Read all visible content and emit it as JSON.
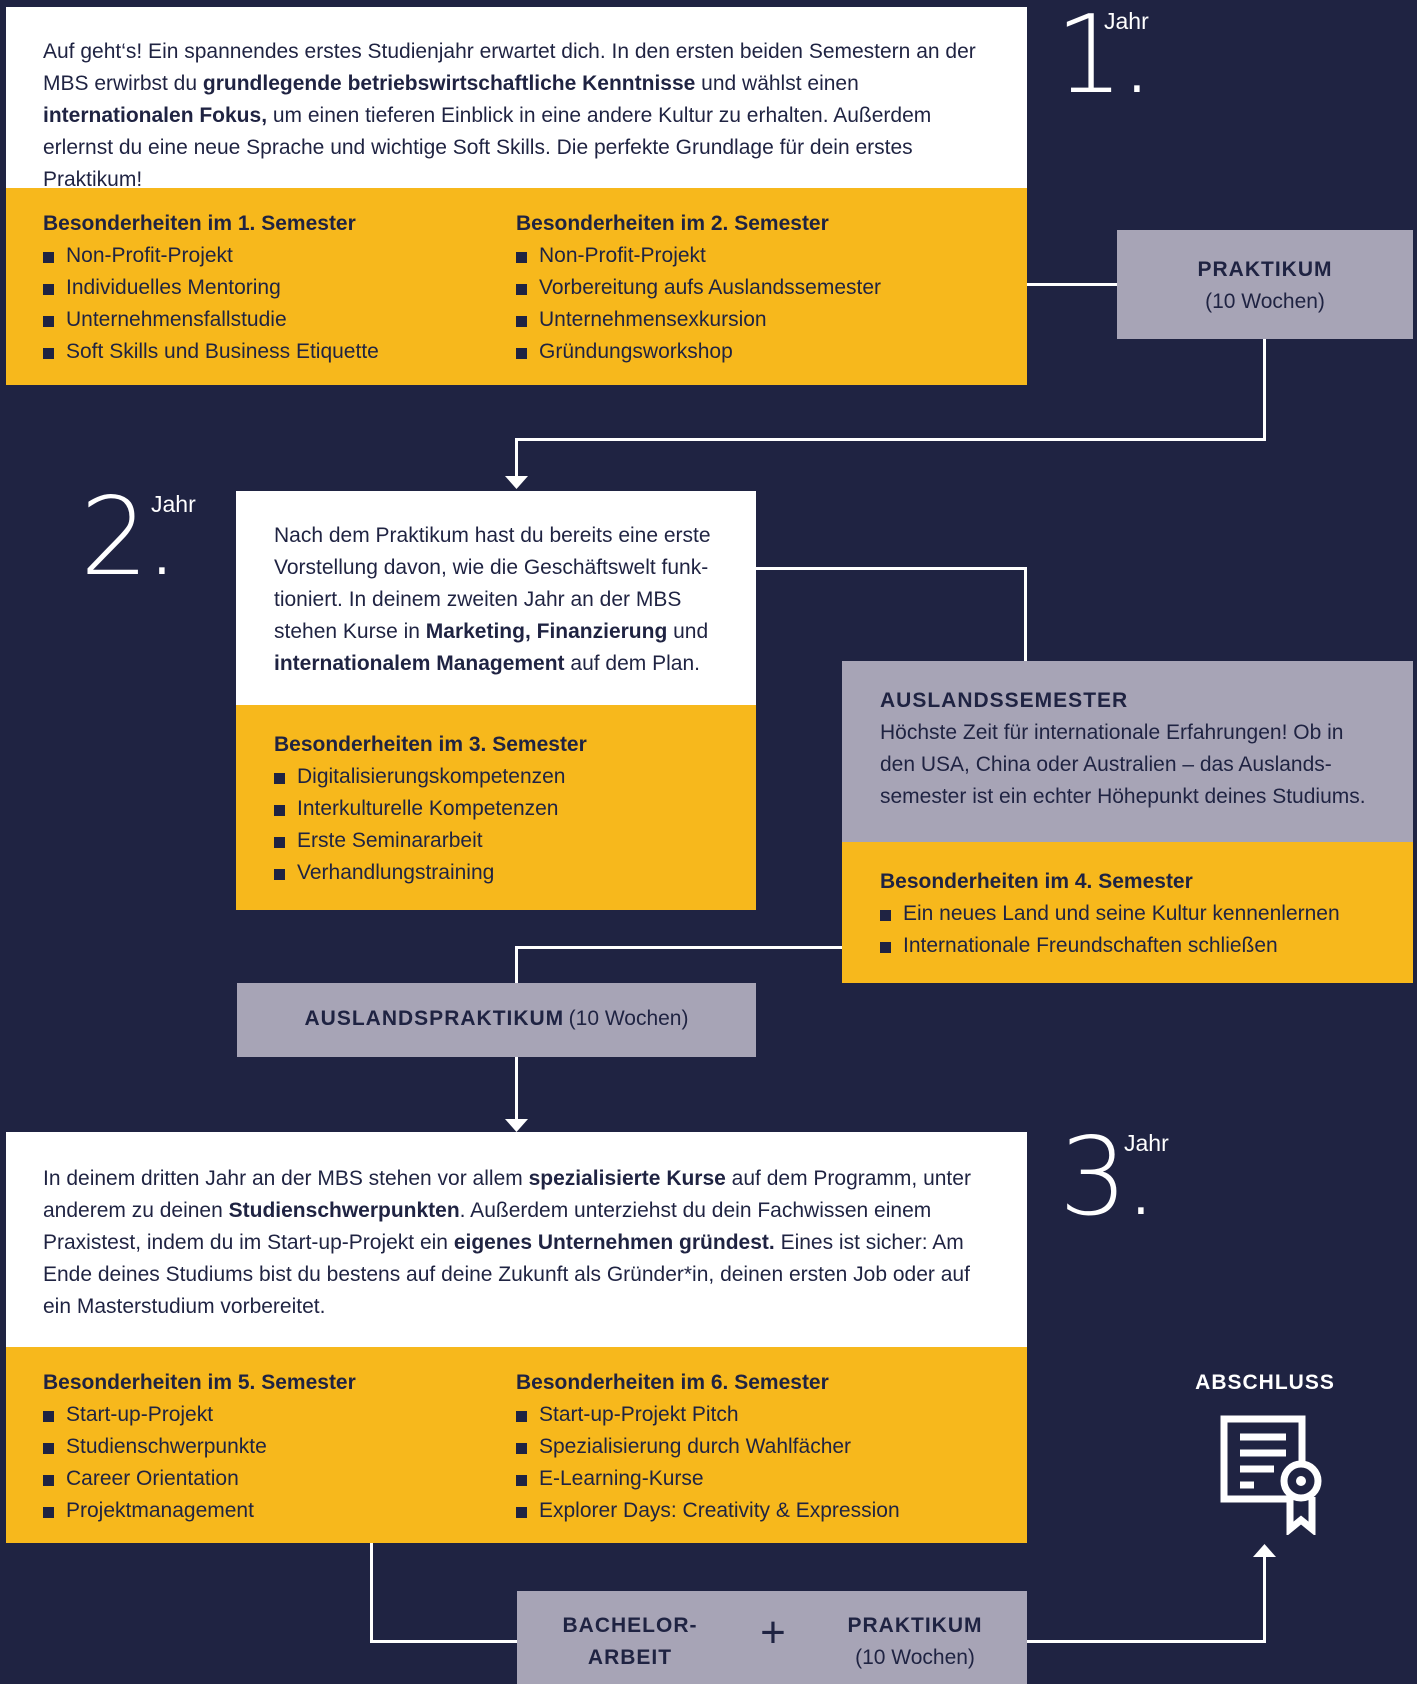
{
  "year1": {
    "number": "1.",
    "label": "Jahr",
    "intro": [
      {
        "t": "Auf geht‘s! Ein spannendes erstes Studienjahr erwartet dich. In den ersten beiden Semestern an der MBS erwirbst du "
      },
      {
        "t": "grundlegende betriebswirtschaftliche Kenntnisse",
        "b": true
      },
      {
        "t": " und wählst einen "
      },
      {
        "t": "internationalen Fokus,",
        "b": true
      },
      {
        "t": " um einen tieferen Einblick in eine andere Kultur zu erhalten. Außerdem erlernst du eine neue Sprache und wichtige Soft Skills. Die perfekte Grundlage für dein erstes Praktikum!"
      }
    ],
    "sem1": {
      "heading": "Besonderheiten im 1. Semester",
      "items": [
        "Non-Profit-Projekt",
        "Individuelles Mentoring",
        "Unternehmensfallstudie",
        "Soft Skills und Business Etiquette"
      ]
    },
    "sem2": {
      "heading": "Besonderheiten im 2. Semester",
      "items": [
        "Non-Profit-Projekt",
        "Vorbereitung aufs Auslandssemester",
        "Unternehmensexkursion",
        "Gründungsworkshop"
      ]
    }
  },
  "praktikum1": {
    "title": "PRAKTIKUM",
    "duration": "(10 Wochen)"
  },
  "year2": {
    "number": "2.",
    "label": "Jahr",
    "intro": [
      {
        "t": "Nach dem Praktikum hast du bereits eine erste Vorstellung davon, wie die Geschäftswelt funk­tioniert. In deinem zweiten Jahr an der MBS stehen Kurse in "
      },
      {
        "t": "Marketing, Finanzierung",
        "b": true
      },
      {
        "t": " und "
      },
      {
        "t": "internationalem Management",
        "b": true
      },
      {
        "t": " auf dem Plan."
      }
    ],
    "sem3": {
      "heading": "Besonderheiten im 3. Semester",
      "items": [
        "Digitalisierungskompetenzen",
        "Interkulturelle Kompetenzen",
        "Erste Seminararbeit",
        "Verhandlungstraining"
      ]
    }
  },
  "auslandssemester": {
    "title": "AUSLANDSSEMESTER",
    "text": "Höchste Zeit für internationale Erfahrungen! Ob in den USA, China oder Australien – das Auslands­semester ist ein echter Höhepunkt deines Studiums.",
    "sem4": {
      "heading": "Besonderheiten im 4. Semester",
      "items": [
        "Ein neues Land und seine Kultur kennenlernen",
        "Internationale Freundschaften schließen"
      ]
    }
  },
  "auslandspraktikum": {
    "title": "AUSLANDSPRAKTIKUM",
    "duration": "(10 Wochen)"
  },
  "year3": {
    "number": "3.",
    "label": "Jahr",
    "intro": [
      {
        "t": "In deinem dritten Jahr an der MBS stehen vor allem "
      },
      {
        "t": "spezialisierte Kurse",
        "b": true
      },
      {
        "t": " auf dem Programm, unter anderem zu deinen "
      },
      {
        "t": "Studienschwerpunkten",
        "b": true
      },
      {
        "t": ". Außerdem unterziehst du dein Fachwissen einem Praxis­test, indem du im Start-up-Projekt ein "
      },
      {
        "t": "eigenes Unternehmen gründest.",
        "b": true
      },
      {
        "t": " Eines ist sicher: Am Ende deines Studiums bist du bestens auf deine Zukunft als Gründer*in, deinen ersten Job oder auf ein Masterstudium vorbereitet."
      }
    ],
    "sem5": {
      "heading": "Besonderheiten im 5. Semester",
      "items": [
        "Start-up-Projekt",
        "Studienschwerpunkte",
        "Career Orientation",
        "Projektmanagement"
      ]
    },
    "sem6": {
      "heading": "Besonderheiten im 6. Semester",
      "items": [
        "Start-up-Projekt Pitch",
        "Spezialisierung durch Wahlfächer",
        "E-Learning-Kurse",
        "Explorer Days: Creativity & Expression"
      ]
    }
  },
  "abschluss": {
    "title": "ABSCHLUSS",
    "icon": "certificate-icon"
  },
  "final": {
    "bachelor_line1": "BACHELOR-",
    "bachelor_line2": "ARBEIT",
    "plus": "+",
    "praktikum": "PRAKTIKUM",
    "duration": "(10 Wochen)"
  },
  "colors": {
    "background": "#1f2342",
    "yellow": "#f7b81c",
    "grey": "#a7a4b6",
    "white": "#ffffff"
  }
}
